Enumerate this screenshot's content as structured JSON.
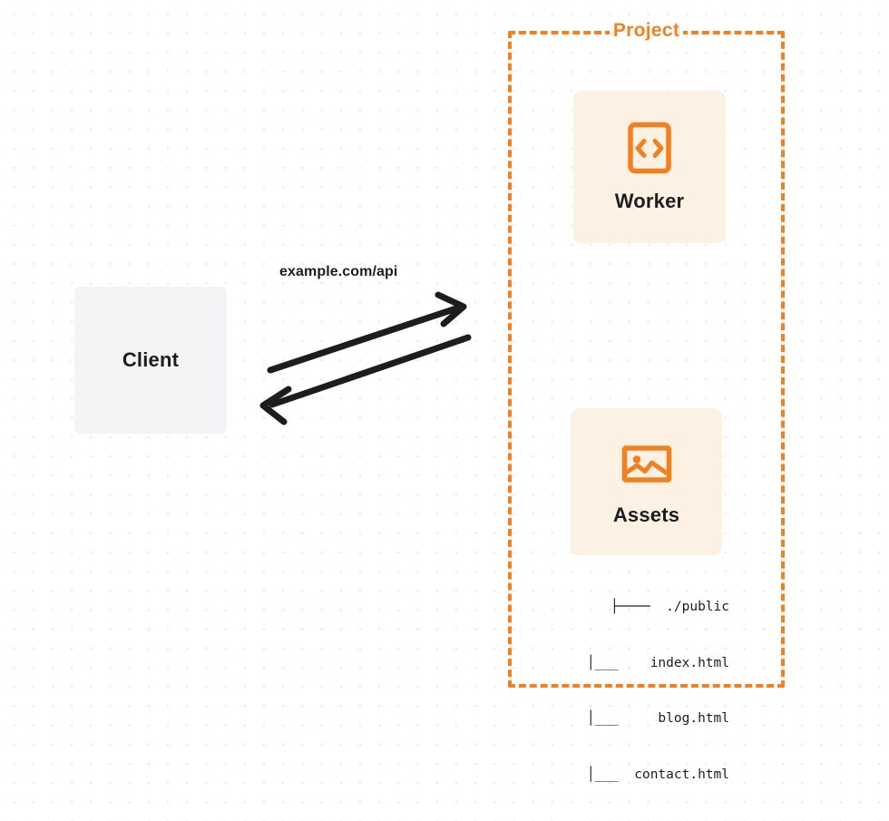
{
  "diagram": {
    "type": "architecture-flow",
    "background": "dot-grid",
    "accent_color": "#f38020",
    "card_bg_color": "#fdf1e3",
    "client_bg_color": "#f4f4f6",
    "text_color": "#1d1d1f"
  },
  "client": {
    "label": "Client"
  },
  "connection": {
    "label": "example.com/api",
    "request_direction": "client-to-project",
    "response_direction": "project-to-client"
  },
  "project": {
    "title": "Project",
    "cards": [
      {
        "label": "Worker",
        "icon": "code-brackets-icon"
      },
      {
        "label": "Assets",
        "icon": "image-icon"
      }
    ],
    "file_tree": {
      "lines": [
        "├────  ./public",
        "│___    index.html",
        "│___     blog.html",
        "│___  contact.html"
      ]
    }
  }
}
